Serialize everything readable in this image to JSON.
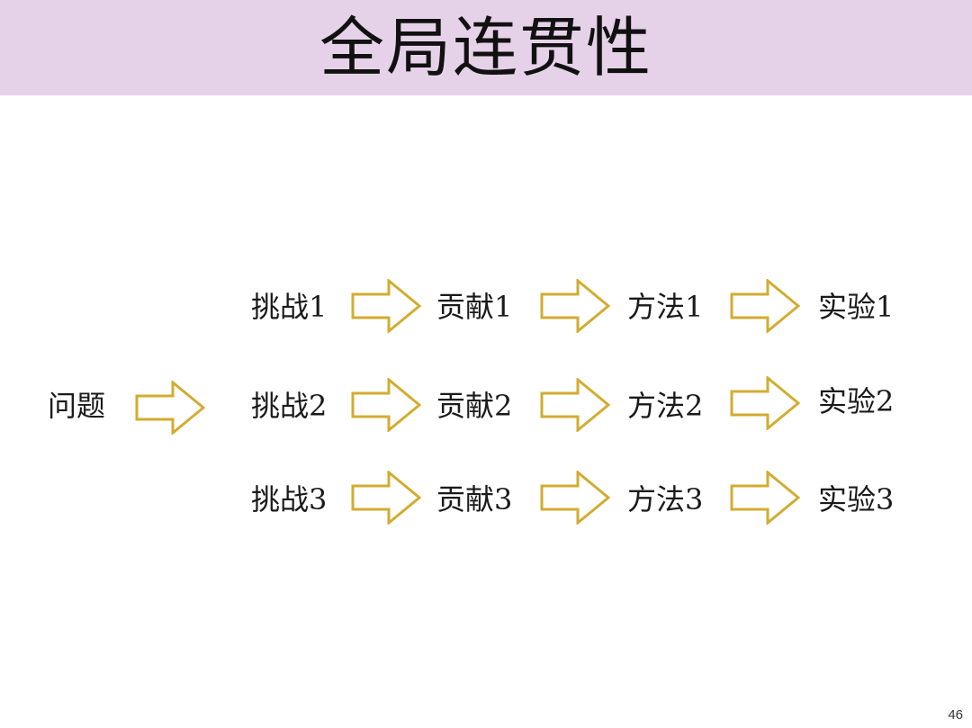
{
  "title": "全局连贯性",
  "source": "问题",
  "rows": [
    [
      "挑战1",
      "贡献1",
      "方法1",
      "实验1"
    ],
    [
      "挑战2",
      "贡献2",
      "方法2",
      "实验2"
    ],
    [
      "挑战3",
      "贡献3",
      "方法3",
      "实验3"
    ]
  ],
  "page_number": "46",
  "colors": {
    "title_bar": "#e6d2e8",
    "arrow_stroke": "#d2ac30",
    "text": "#1a1a1a"
  }
}
